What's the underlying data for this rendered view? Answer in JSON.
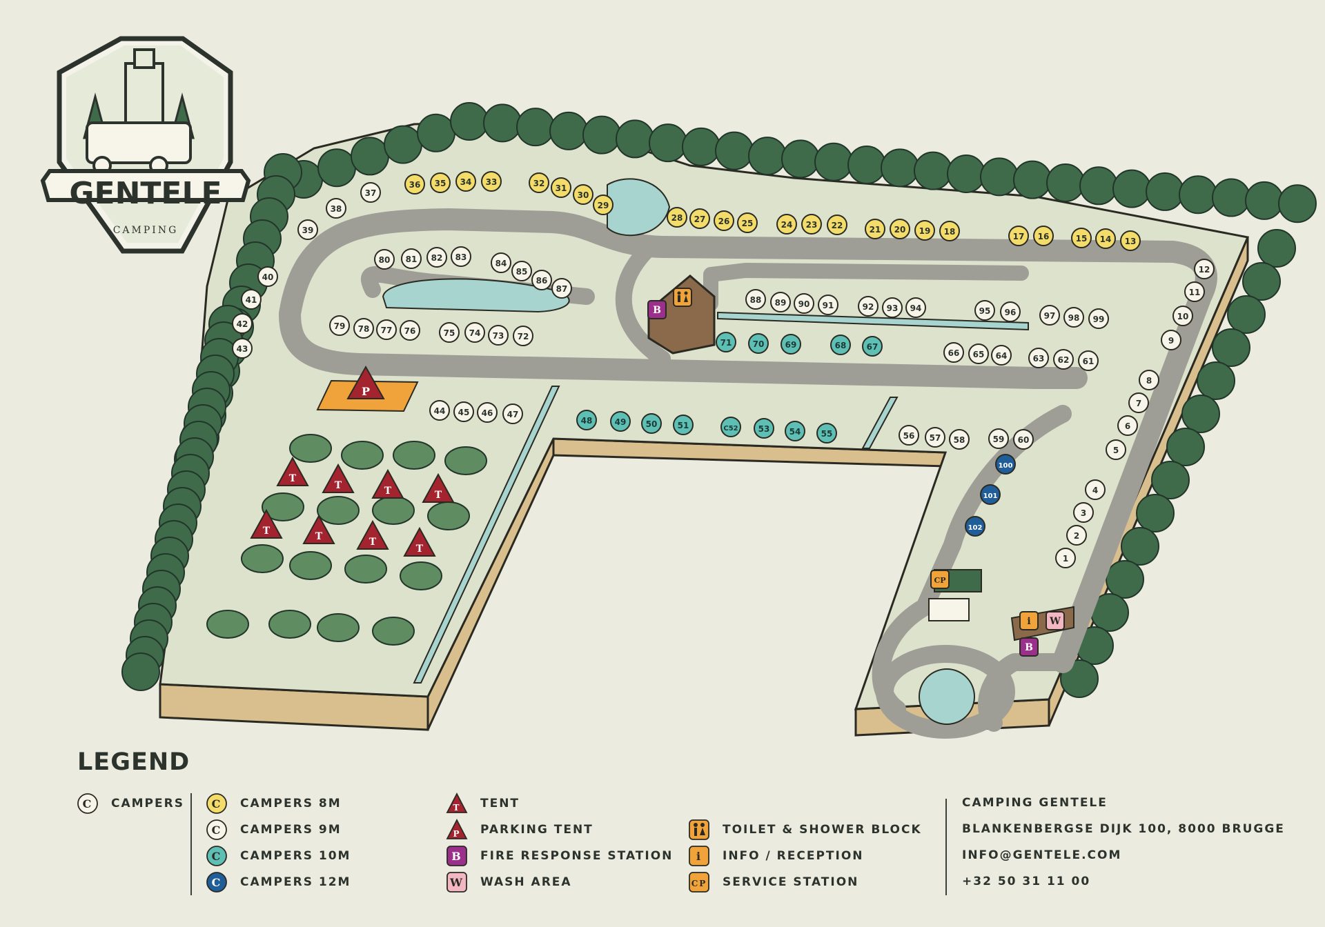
{
  "brand": {
    "name": "GENTELE",
    "subtitle": "CAMPING"
  },
  "colors": {
    "background": "#ecebe0",
    "grass": "#dde2cc",
    "road": "#9e9e96",
    "water": "#a8d4d0",
    "trees": "#3f6b4a",
    "earth": "#d9bf8e",
    "campers_8m": "#f3dc6a",
    "campers_9m": "#f7f4ea",
    "campers_10m": "#5ebfb5",
    "campers_12m": "#1f5e99",
    "tent": "#a3232e",
    "fire_station": "#9a2f8c",
    "wash_area": "#f3b7c4",
    "orange_facility": "#f0a33a"
  },
  "map": {
    "pitches": {
      "campers_8m": [
        "13",
        "14",
        "15",
        "16",
        "17",
        "18",
        "19",
        "20",
        "21",
        "22",
        "23",
        "24",
        "25",
        "26",
        "27",
        "28",
        "29",
        "30",
        "31",
        "32",
        "33",
        "34",
        "35",
        "36"
      ],
      "campers_9m": [
        "1",
        "2",
        "3",
        "4",
        "5",
        "6",
        "7",
        "8",
        "9",
        "10",
        "11",
        "12",
        "37",
        "38",
        "39",
        "40",
        "41",
        "42",
        "43",
        "44",
        "45",
        "46",
        "47",
        "56",
        "57",
        "58",
        "59",
        "60",
        "61",
        "62",
        "63",
        "64",
        "65",
        "66",
        "72",
        "73",
        "74",
        "75",
        "76",
        "77",
        "78",
        "79",
        "80",
        "81",
        "82",
        "83",
        "84",
        "85",
        "86",
        "87",
        "88",
        "89",
        "90",
        "91",
        "92",
        "93",
        "94",
        "95",
        "96",
        "97",
        "98",
        "99"
      ],
      "campers_10m": [
        "48",
        "49",
        "50",
        "51",
        "C52",
        "53",
        "54",
        "55",
        "67",
        "68",
        "69",
        "70",
        "71"
      ],
      "campers_12m": [
        "100",
        "101",
        "102"
      ]
    },
    "tent_marker": "T",
    "parking_tent_marker": "P",
    "fire_station_marker": "B",
    "wash_marker": "W",
    "info_marker": "i",
    "service_marker": "CP"
  },
  "legend": {
    "title": "LEGEND",
    "items": [
      {
        "icon": "campers-icon",
        "letter": "C",
        "label": "CAMPERS"
      },
      {
        "icon": "campers-8m-icon",
        "letter": "C",
        "label": "CAMPERS 8M"
      },
      {
        "icon": "campers-9m-icon",
        "letter": "C",
        "label": "CAMPERS 9M"
      },
      {
        "icon": "campers-10m-icon",
        "letter": "C",
        "label": "CAMPERS 10M"
      },
      {
        "icon": "campers-12m-icon",
        "letter": "C",
        "label": "CAMPERS 12M"
      },
      {
        "icon": "tent-icon",
        "letter": "T",
        "label": "TENT"
      },
      {
        "icon": "parking-tent-icon",
        "letter": "P",
        "label": "PARKING TENT"
      },
      {
        "icon": "fire-response-icon",
        "letter": "B",
        "label": "FIRE RESPONSE STATION"
      },
      {
        "icon": "wash-area-icon",
        "letter": "W",
        "label": "WASH AREA"
      },
      {
        "icon": "toilet-shower-icon",
        "letter": "",
        "label": "TOILET & SHOWER BLOCK"
      },
      {
        "icon": "info-icon",
        "letter": "i",
        "label": "INFO / RECEPTION"
      },
      {
        "icon": "service-station-icon",
        "letter": "CP",
        "label": "SERVICE STATION"
      }
    ]
  },
  "contact": {
    "name": "CAMPING GENTELE",
    "address": "BLANKENBERGSE DIJK 100, 8000 BRUGGE",
    "email": "INFO@GENTELE.COM",
    "phone": "+32 50 31 11 00"
  }
}
